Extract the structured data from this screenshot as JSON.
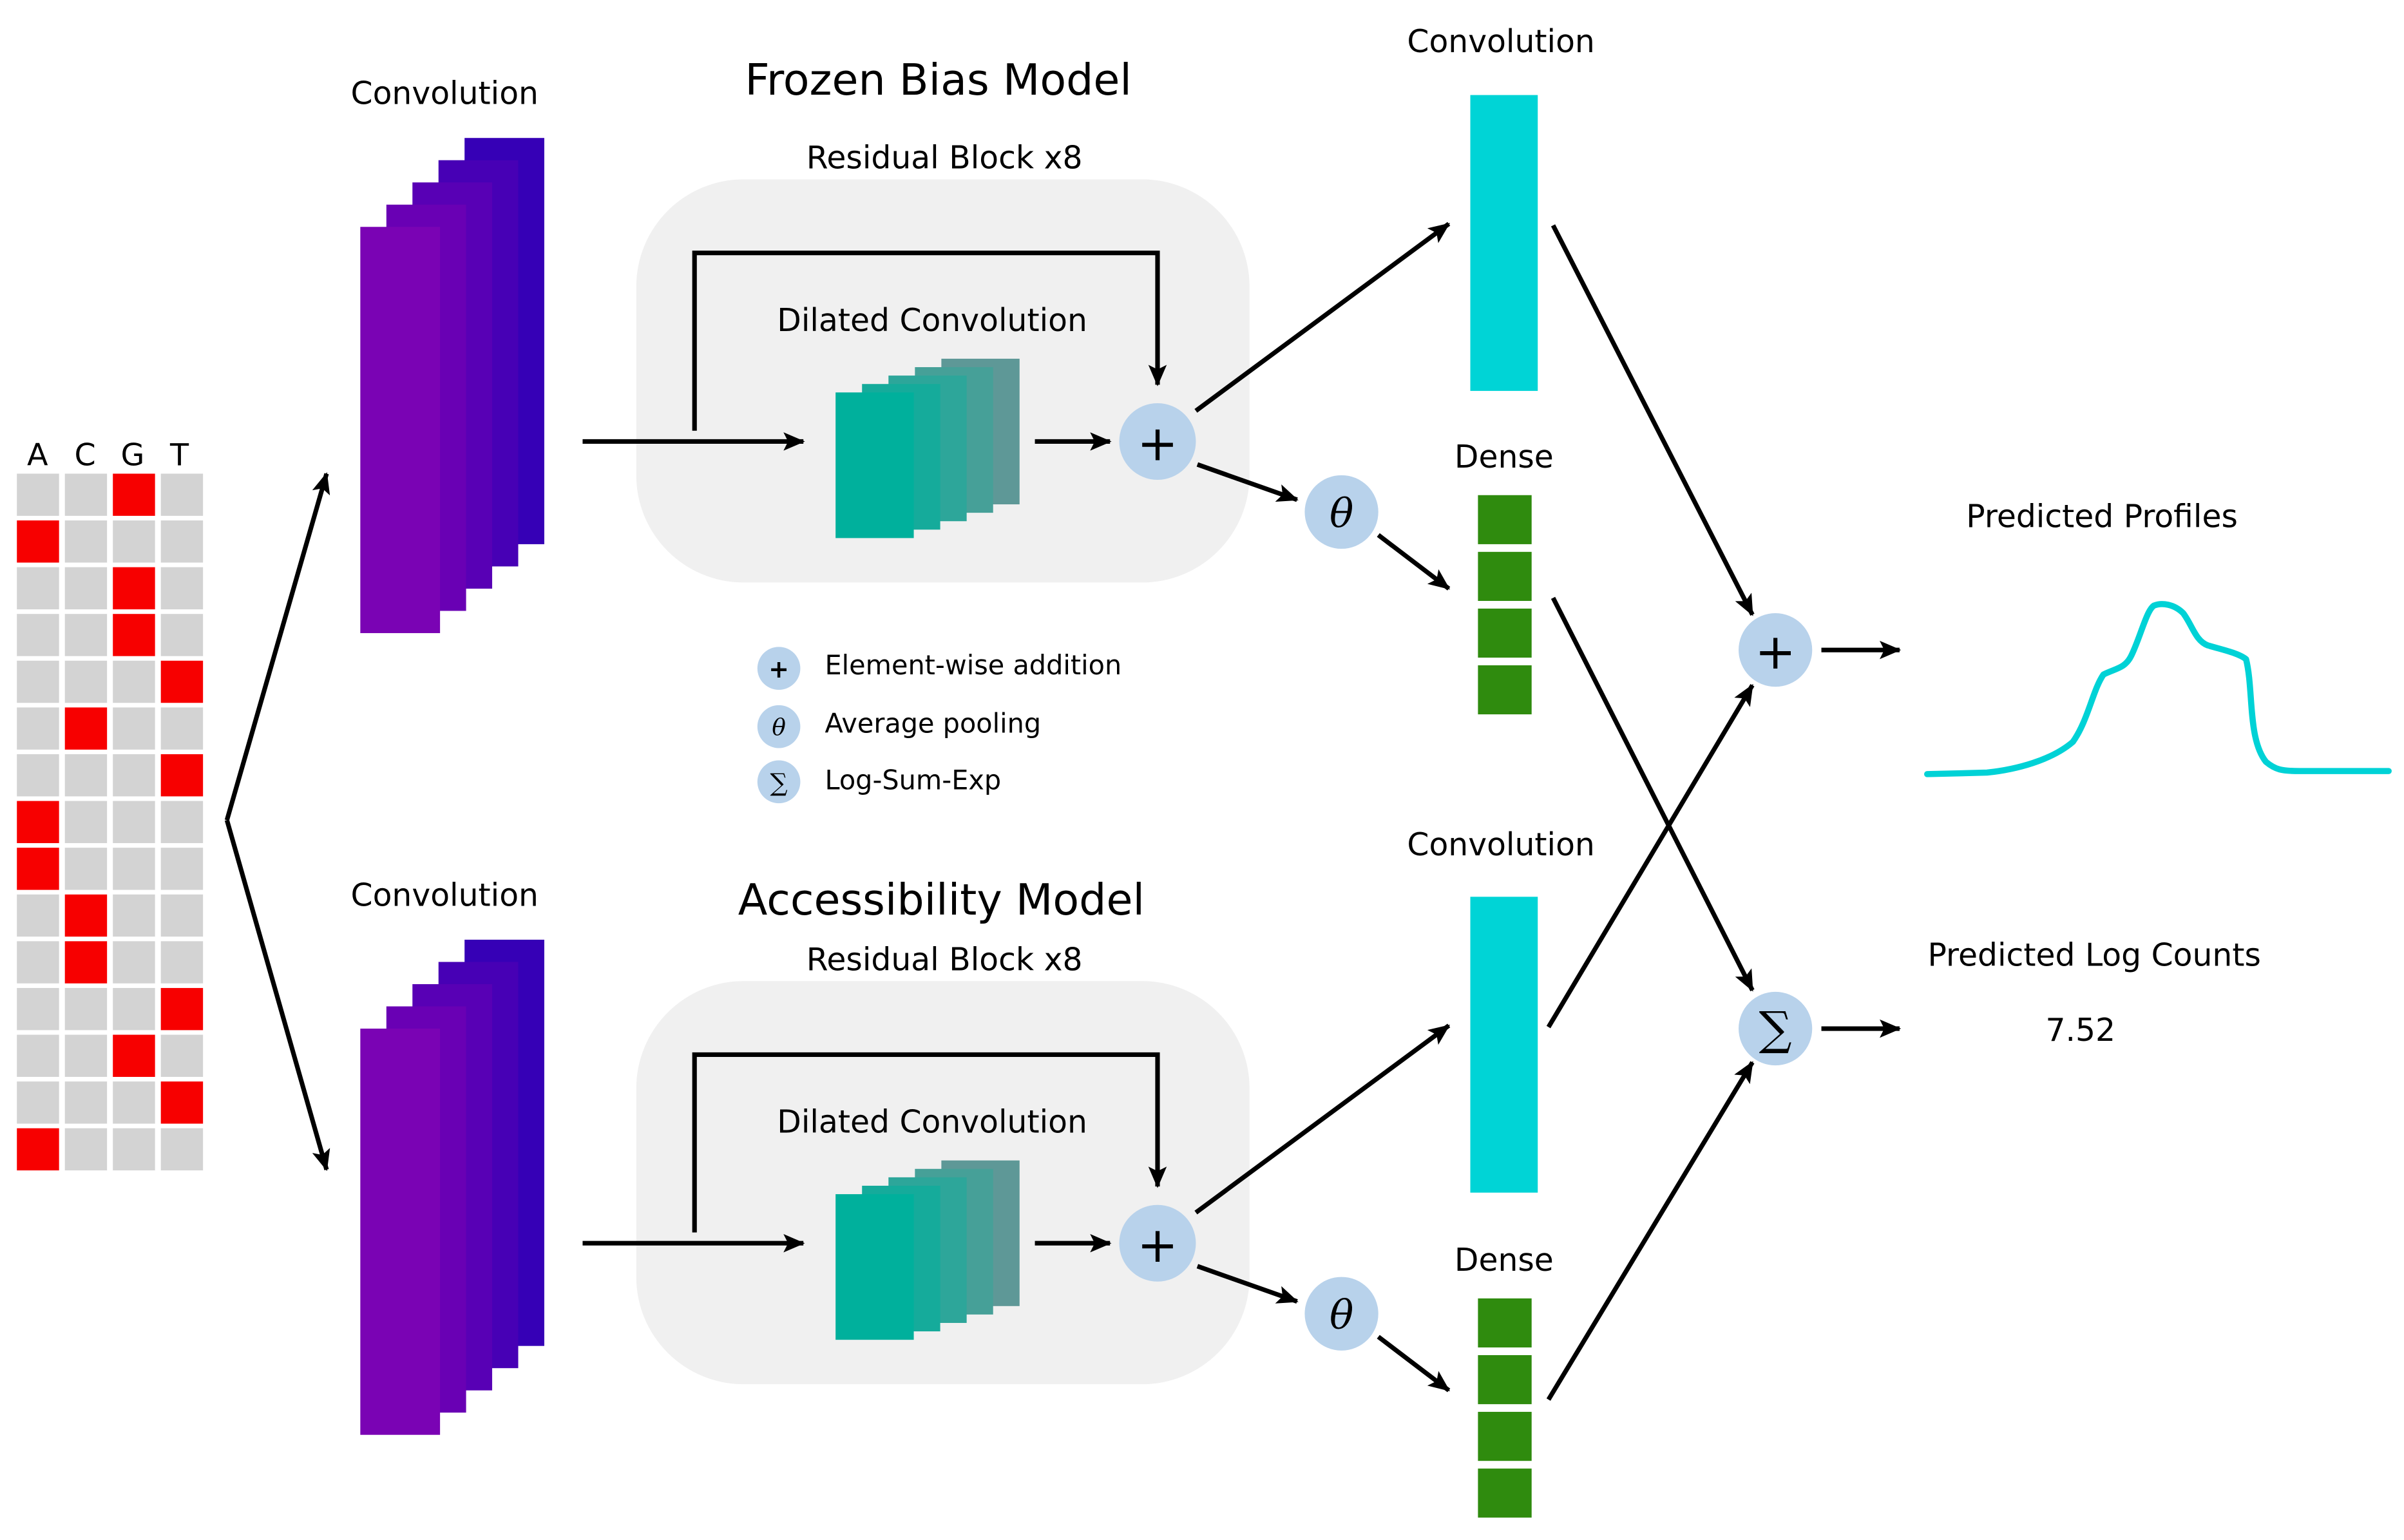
{
  "input": {
    "letters": [
      "A",
      "C",
      "G",
      "T"
    ],
    "sequence": [
      "G",
      "A",
      "G",
      "G",
      "T",
      "C",
      "T",
      "A",
      "A",
      "C",
      "C",
      "T",
      "G",
      "T",
      "A"
    ]
  },
  "branches": [
    {
      "model_title": "Frozen Bias Model",
      "conv_label": "Convolution",
      "residual_label": "Residual Block x8",
      "dilated_label": "Dilated Convolution",
      "add_symbol": "+",
      "pool_symbol": "θ",
      "profile_conv_label": "Convolution",
      "dense_label": "Dense"
    },
    {
      "model_title": "Accessibility Model",
      "conv_label": "Convolution",
      "residual_label": "Residual Block x8",
      "dilated_label": "Dilated Convolution",
      "add_symbol": "+",
      "pool_symbol": "θ",
      "profile_conv_label": "Convolution",
      "dense_label": "Dense"
    }
  ],
  "legend": [
    {
      "symbol": "+",
      "label": "Element-wise addition"
    },
    {
      "symbol": "θ",
      "label": "Average pooling"
    },
    {
      "symbol": "∑",
      "label": "Log-Sum-Exp"
    }
  ],
  "outputs": {
    "merge_add_symbol": "+",
    "merge_sum_symbol": "∑",
    "profile_label": "Predicted Profiles",
    "counts_label": "Predicted Log Counts",
    "counts_value": "7.52"
  },
  "colors": {
    "base_present": "#f70000",
    "base_absent": "#d3d3d3",
    "conv_stack": [
      "#3600b6",
      "#4700b5",
      "#5800b5",
      "#6900b4",
      "#7a03b4"
    ],
    "dilated_stack": [
      "#5e9897",
      "#46a098",
      "#2da69a",
      "#15ab9b",
      "#00b09c"
    ],
    "residual_box": "#f0f0f0",
    "operator_circle": "#b8d2eb",
    "profile_conv": "#00d4d6",
    "dense": "#2f8b0e",
    "profile_curve": "#00d2d6"
  }
}
